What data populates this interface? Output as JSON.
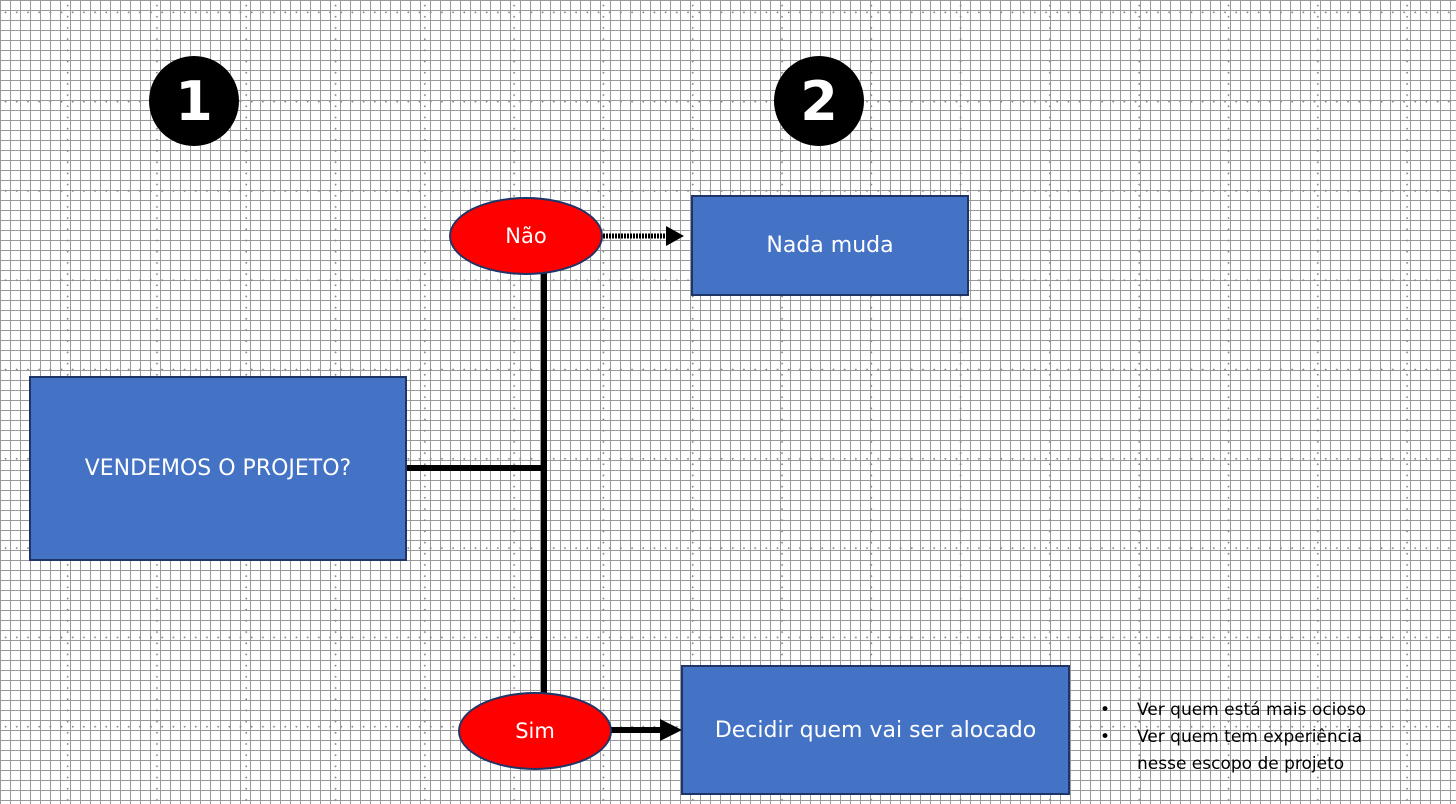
{
  "steps": {
    "step1": "1",
    "step2": "2"
  },
  "nodes": {
    "question": "VENDEMOS O PROJETO?",
    "no": "Não",
    "yes": "Sim",
    "nothing_changes": "Nada muda",
    "decide": "Decidir quem vai ser alocado"
  },
  "notes": {
    "bullet": "•",
    "items": [
      "Ver quem está mais ocioso",
      "Ver quem tem experiência nesse escopo de projeto"
    ]
  },
  "colors": {
    "box_fill": "#4472c4",
    "oval_fill": "#ff0000",
    "step_fill": "#000000",
    "connector": "#000000"
  }
}
